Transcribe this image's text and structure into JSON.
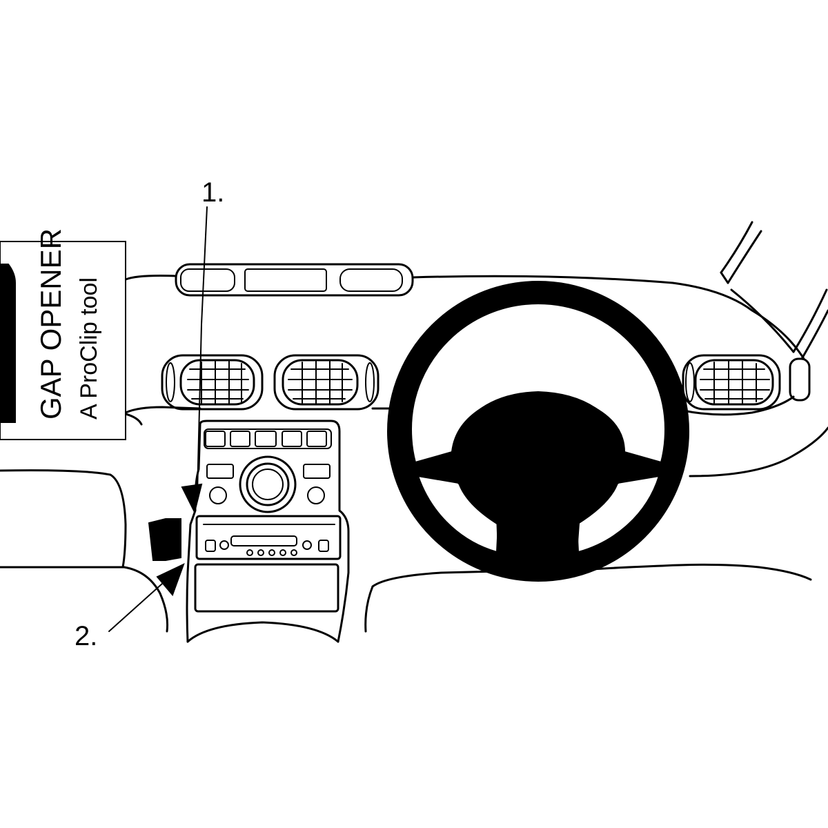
{
  "callouts": [
    {
      "id": "1",
      "label": "1."
    },
    {
      "id": "2",
      "label": "2."
    }
  ],
  "tool_box": {
    "title": "GAP OPENER",
    "subtitle": "A ProClip tool"
  },
  "colors": {
    "ink": "#000000",
    "paper": "#ffffff"
  }
}
